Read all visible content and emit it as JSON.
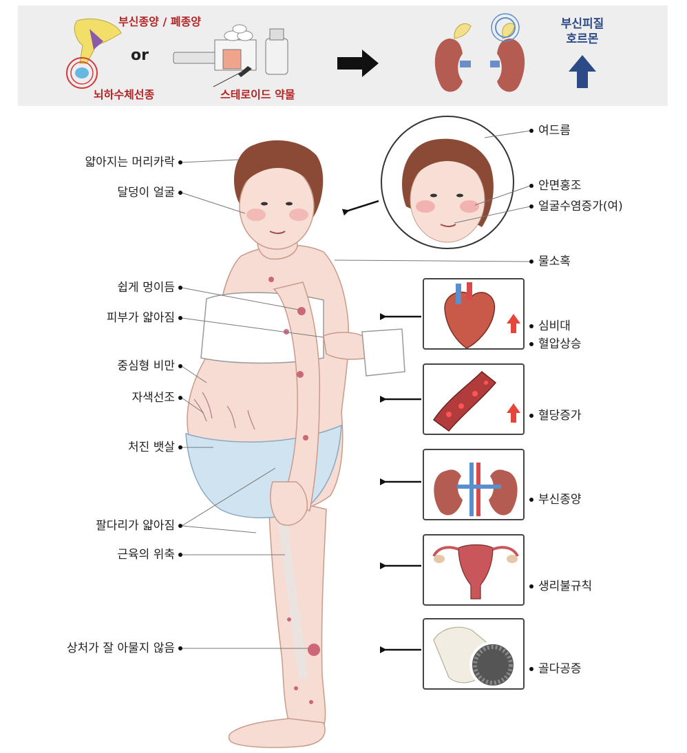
{
  "header": {
    "cause_tumor": "부신종양 / 폐종양",
    "cause_or": "or",
    "cause_pituitary": "뇌하수체선종",
    "cause_steroid": "스테로이드 약물",
    "result_line1": "부신피질",
    "result_line2": "호르몬"
  },
  "left_labels": [
    "얇아지는 머리카락",
    "달덩이 얼굴",
    "쉽게 멍이듬",
    "피부가 얇아짐",
    "중심형 비만",
    "자색선조",
    "처진 뱃살",
    "팔다리가 얇아짐",
    "근육의 위축",
    "상처가 잘 아물지 않음"
  ],
  "right_labels": {
    "acne": "여드름",
    "facial_flush": "안면홍조",
    "facial_hair": "얼굴수염증가(여)",
    "buffalo_hump": "물소혹",
    "cardiomegaly": "심비대",
    "hypertension": "혈압상승",
    "hyperglycemia": "혈당증가",
    "adrenal_tumor": "부신종양",
    "irregular_menses": "생리불규칙",
    "osteoporosis": "골다공증"
  },
  "colors": {
    "band_bg": "#eeeeee",
    "cause_red": "#b32525",
    "result_blue": "#2c4a86",
    "arrow_up_red": "#e5463b",
    "skin": "#f6dcd2",
    "hair": "#8a4a36",
    "underwear": "#cfe3f0"
  }
}
